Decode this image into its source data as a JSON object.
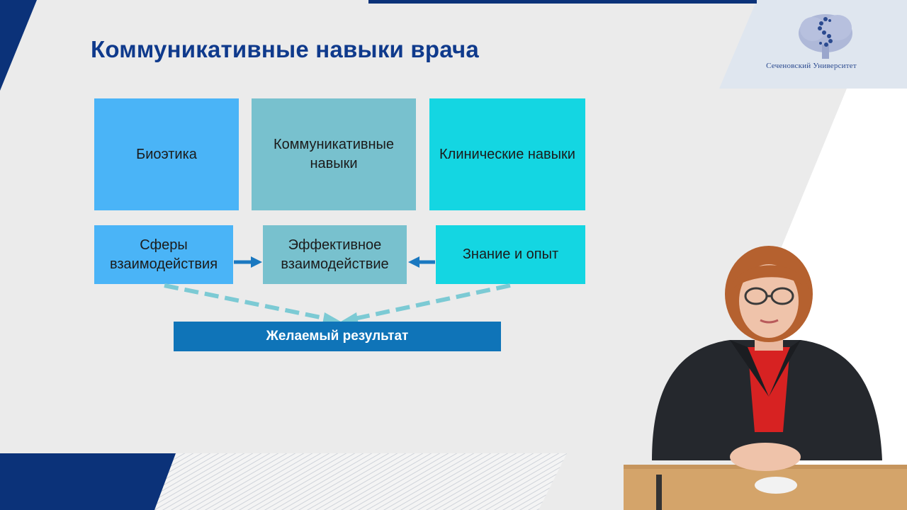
{
  "slide": {
    "title": "Коммуникативные навыки врача",
    "logo": {
      "text": "Сеченовский Университет",
      "icon": "tree-logo-icon"
    },
    "top_boxes": [
      {
        "label": "Биоэтика",
        "color": "#4ab4f7"
      },
      {
        "label": "Коммуникативные навыки",
        "color": "#78c1ce"
      },
      {
        "label": "Клинические навыки",
        "color": "#14d6e2"
      }
    ],
    "middle_boxes": [
      {
        "label": "Сферы взаимодействия",
        "color": "#4ab4f7"
      },
      {
        "label": "Эффективное взаимодействие",
        "color": "#78c1ce"
      },
      {
        "label": "Знание и опыт",
        "color": "#14d6e2"
      }
    ],
    "result": {
      "label": "Желаемый результат",
      "color": "#0f74b8"
    },
    "colors": {
      "title": "#0f3a8c",
      "navy_accent": "#0b3279",
      "arrow_solid": "#1a78c0",
      "arrow_dashed": "#7ccad4",
      "background": "#ebebeb"
    }
  }
}
